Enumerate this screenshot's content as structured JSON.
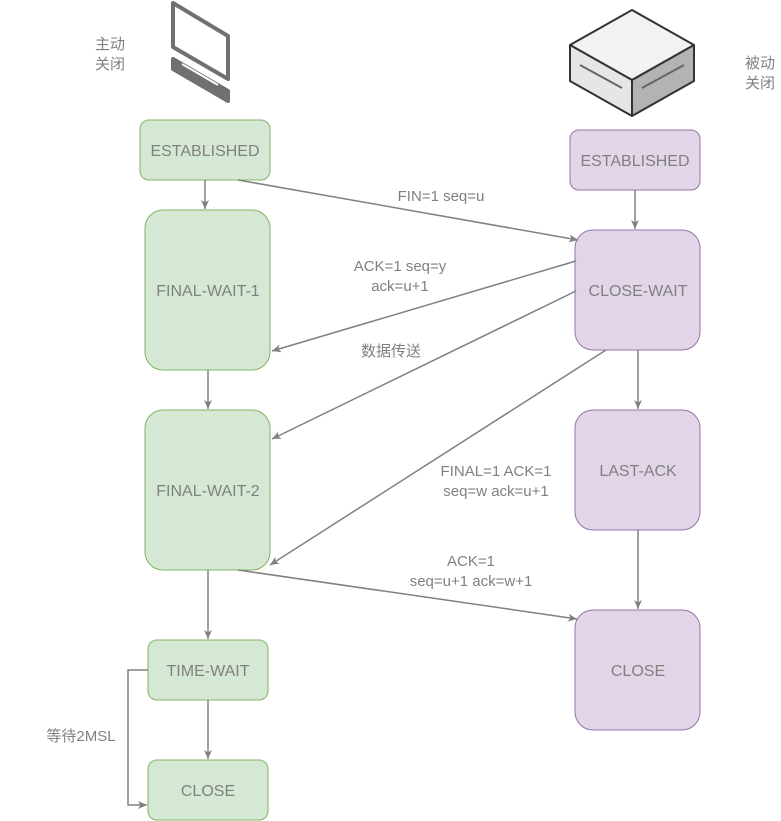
{
  "client": {
    "label_line1": "主动",
    "label_line2": "关闭",
    "icon": "computer-icon",
    "states": {
      "established": "ESTABLISHED",
      "fin_wait_1": "FINAL-WAIT-1",
      "fin_wait_2": "FINAL-WAIT-2",
      "time_wait": "TIME-WAIT",
      "close": "CLOSE"
    },
    "color_fill": "#d5e8d4",
    "color_stroke": "#82b366"
  },
  "server": {
    "label_line1": "被动",
    "label_line2": "关闭",
    "icon": "server-icon",
    "states": {
      "established": "ESTABLISHED",
      "close_wait": "CLOSE-WAIT",
      "last_ack": "LAST-ACK",
      "close": "CLOSE"
    },
    "color_fill": "#e1d5e7",
    "color_stroke": "#9673a6"
  },
  "messages": {
    "fin1": "FIN=1 seq=u",
    "ack1_line1": "ACK=1 seq=y",
    "ack1_line2": "ack=u+1",
    "data": "数据传送",
    "fin2_line1": "FINAL=1 ACK=1",
    "fin2_line2": "seq=w ack=u+1",
    "ack2_line1": "ACK=1",
    "ack2_line2": "seq=u+1 ack=w+1"
  },
  "wait_label": "等待2MSL",
  "edge_color": "#808080"
}
